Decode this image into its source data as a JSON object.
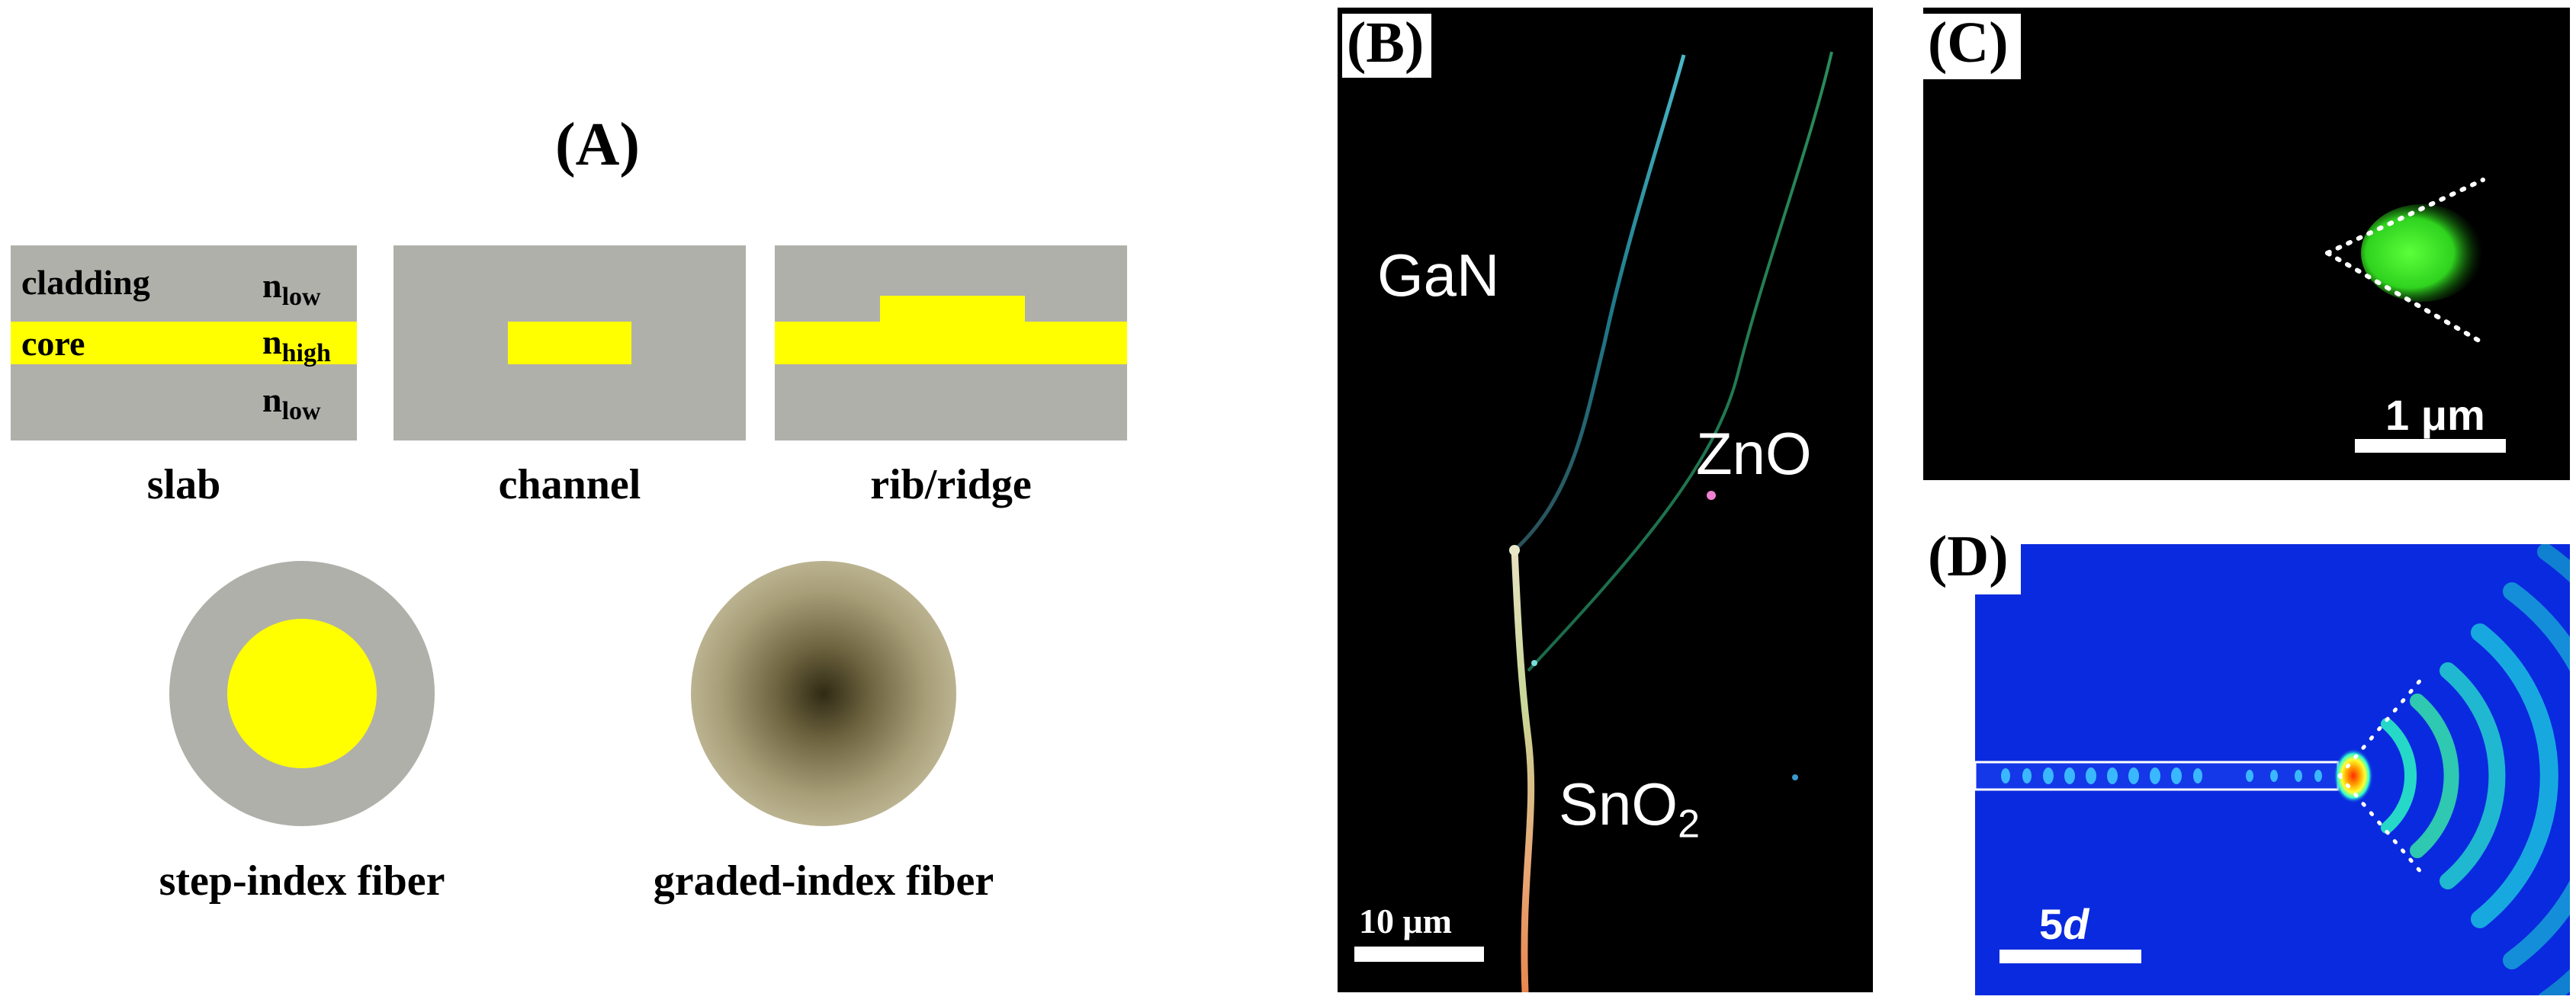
{
  "panel_a": {
    "letter": "(A)",
    "slab": {
      "cladding": "cladding",
      "core": "core",
      "n_low": "n",
      "n_low_sub": "low",
      "n_high": "n",
      "n_high_sub": "high",
      "caption": "slab"
    },
    "channel_caption": "channel",
    "rib_caption": "rib/ridge",
    "step_caption": "step-index fiber",
    "graded_caption": "graded-index fiber",
    "colors": {
      "cladding": "#b0b0aa",
      "core": "#ffff00"
    }
  },
  "panel_b": {
    "letter": "(B)",
    "gan": "GaN",
    "zno": "ZnO",
    "sno2": "SnO",
    "sno2_sub": "2",
    "scale": "10 μm"
  },
  "panel_c": {
    "letter": "(C)",
    "scale": "1 μm"
  },
  "panel_d": {
    "letter": "(D)",
    "scale_num": "5",
    "scale_var": "d"
  }
}
